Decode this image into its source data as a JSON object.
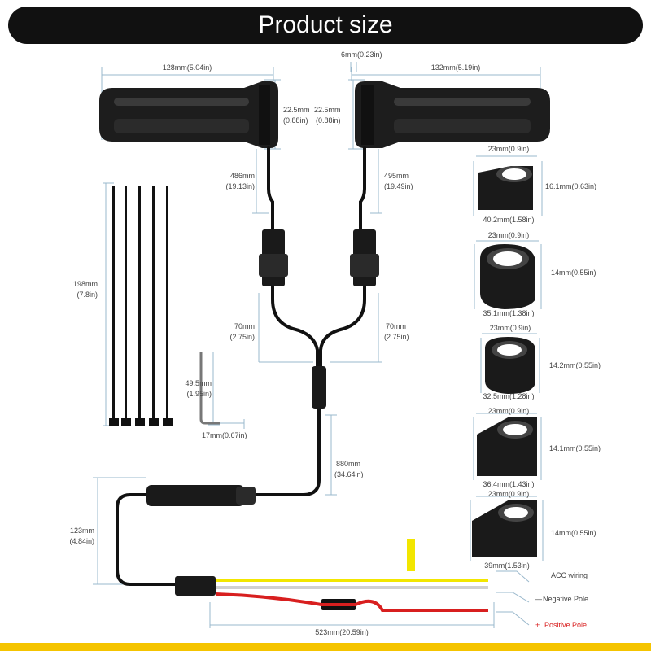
{
  "title": "Product size",
  "colors": {
    "title_bg": "#111111",
    "title_text": "#ffffff",
    "accent_stripe": "#f5c400",
    "dimension_line": "#9ab8cc",
    "cable": "#111111",
    "acc_wire": "#f2e600",
    "negative_wire": "#ffffff",
    "positive_wire": "#d81f1f"
  },
  "dimensions": {
    "left_grip_length": "128mm(5.04in)",
    "right_grip_length": "132mm(5.19in)",
    "gap": "6mm(0.23in)",
    "left_grip_dia_mm": "22.5mm",
    "left_grip_dia_in": "(0.88in)",
    "right_grip_dia_mm": "22.5mm",
    "right_grip_dia_in": "(0.88in)",
    "left_cable_mm": "486mm",
    "left_cable_in": "(19.13in)",
    "right_cable_mm": "495mm",
    "right_cable_in": "(19.49in)",
    "zip_tie_mm": "198mm",
    "zip_tie_in": "(7.8in)",
    "left_split_mm": "70mm",
    "left_split_in": "(2.75in)",
    "right_split_mm": "70mm",
    "right_split_in": "(2.75in)",
    "wrench_height_mm": "49.5mm",
    "wrench_height_in": "(1.95in)",
    "wrench_width": "17mm(0.67in)",
    "main_cable_mm": "880mm",
    "main_cable_in": "(34.64in)",
    "lower_cable_mm": "123mm",
    "lower_cable_in": "(4.84in)",
    "wire_length": "523mm(20.59in)"
  },
  "adapters": [
    {
      "top": "23mm(0.9in)",
      "side": "16.1mm(0.63in)",
      "bottom": "40.2mm(1.58in)"
    },
    {
      "top": "23mm(0.9in)",
      "side": "14mm(0.55in)",
      "bottom": "35.1mm(1.38in)"
    },
    {
      "top": "23mm(0.9in)",
      "side": "14.2mm(0.55in)",
      "bottom": "32.5mm(1.28in)"
    },
    {
      "top": "23mm(0.9in)",
      "side": "14.1mm(0.55in)",
      "bottom": "36.4mm(1.43in)"
    },
    {
      "top": "23mm(0.9in)",
      "side": "14mm(0.55in)",
      "bottom": "39mm(1.53in)"
    }
  ],
  "wires": {
    "acc": "ACC wiring",
    "negative": "Negative Pole",
    "negative_mark": "—",
    "positive": "Positive Pole",
    "positive_mark": "+"
  }
}
